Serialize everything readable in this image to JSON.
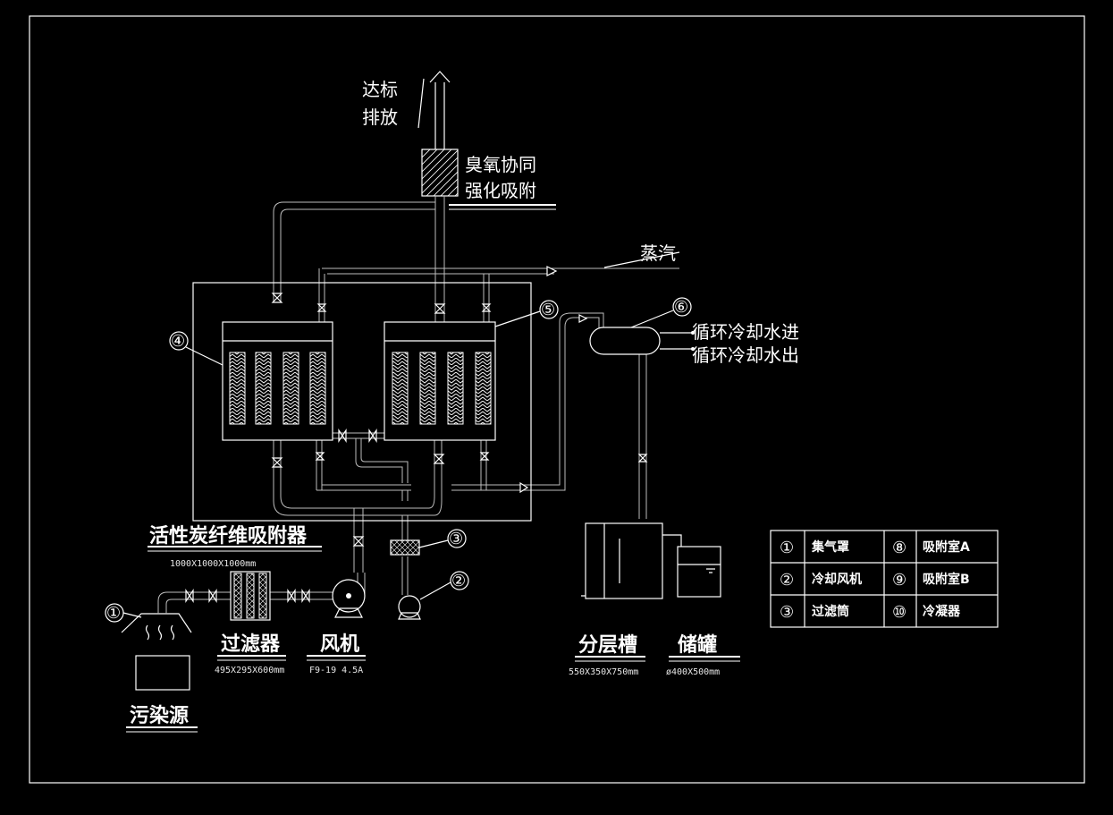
{
  "title_labels": {
    "discharge_line1": "达标",
    "discharge_line2": "排放",
    "ozone_line1": "臭氧协同",
    "ozone_line2": "强化吸附",
    "steam": "蒸汽",
    "cooling_in": "循环冷却水进",
    "cooling_out": "循环冷却水出",
    "adsorber": "活性炭纤维吸附器",
    "adsorber_size": "1000X1000X1000mm",
    "filter": "过滤器",
    "filter_size": "495X295X600mm",
    "fan": "风机",
    "fan_model": "F9-19 4.5A",
    "source": "污染源",
    "separator": "分层槽",
    "separator_size": "550X350X750mm",
    "tank": "储罐",
    "tank_size": "ø400X500mm"
  },
  "callouts": [
    "①",
    "②",
    "③",
    "④",
    "⑤",
    "⑥"
  ],
  "legend": {
    "rows": [
      {
        "num_a": "①",
        "name_a": "集气罩",
        "num_b": "⑧",
        "name_b": "吸附室A"
      },
      {
        "num_a": "②",
        "name_a": "冷却风机",
        "num_b": "⑨",
        "name_b": "吸附室B"
      },
      {
        "num_a": "③",
        "name_a": "过滤筒",
        "num_b": "⑩",
        "name_b": "冷凝器"
      }
    ]
  },
  "colors": {
    "background": "#000000",
    "line": "#ffffff"
  }
}
